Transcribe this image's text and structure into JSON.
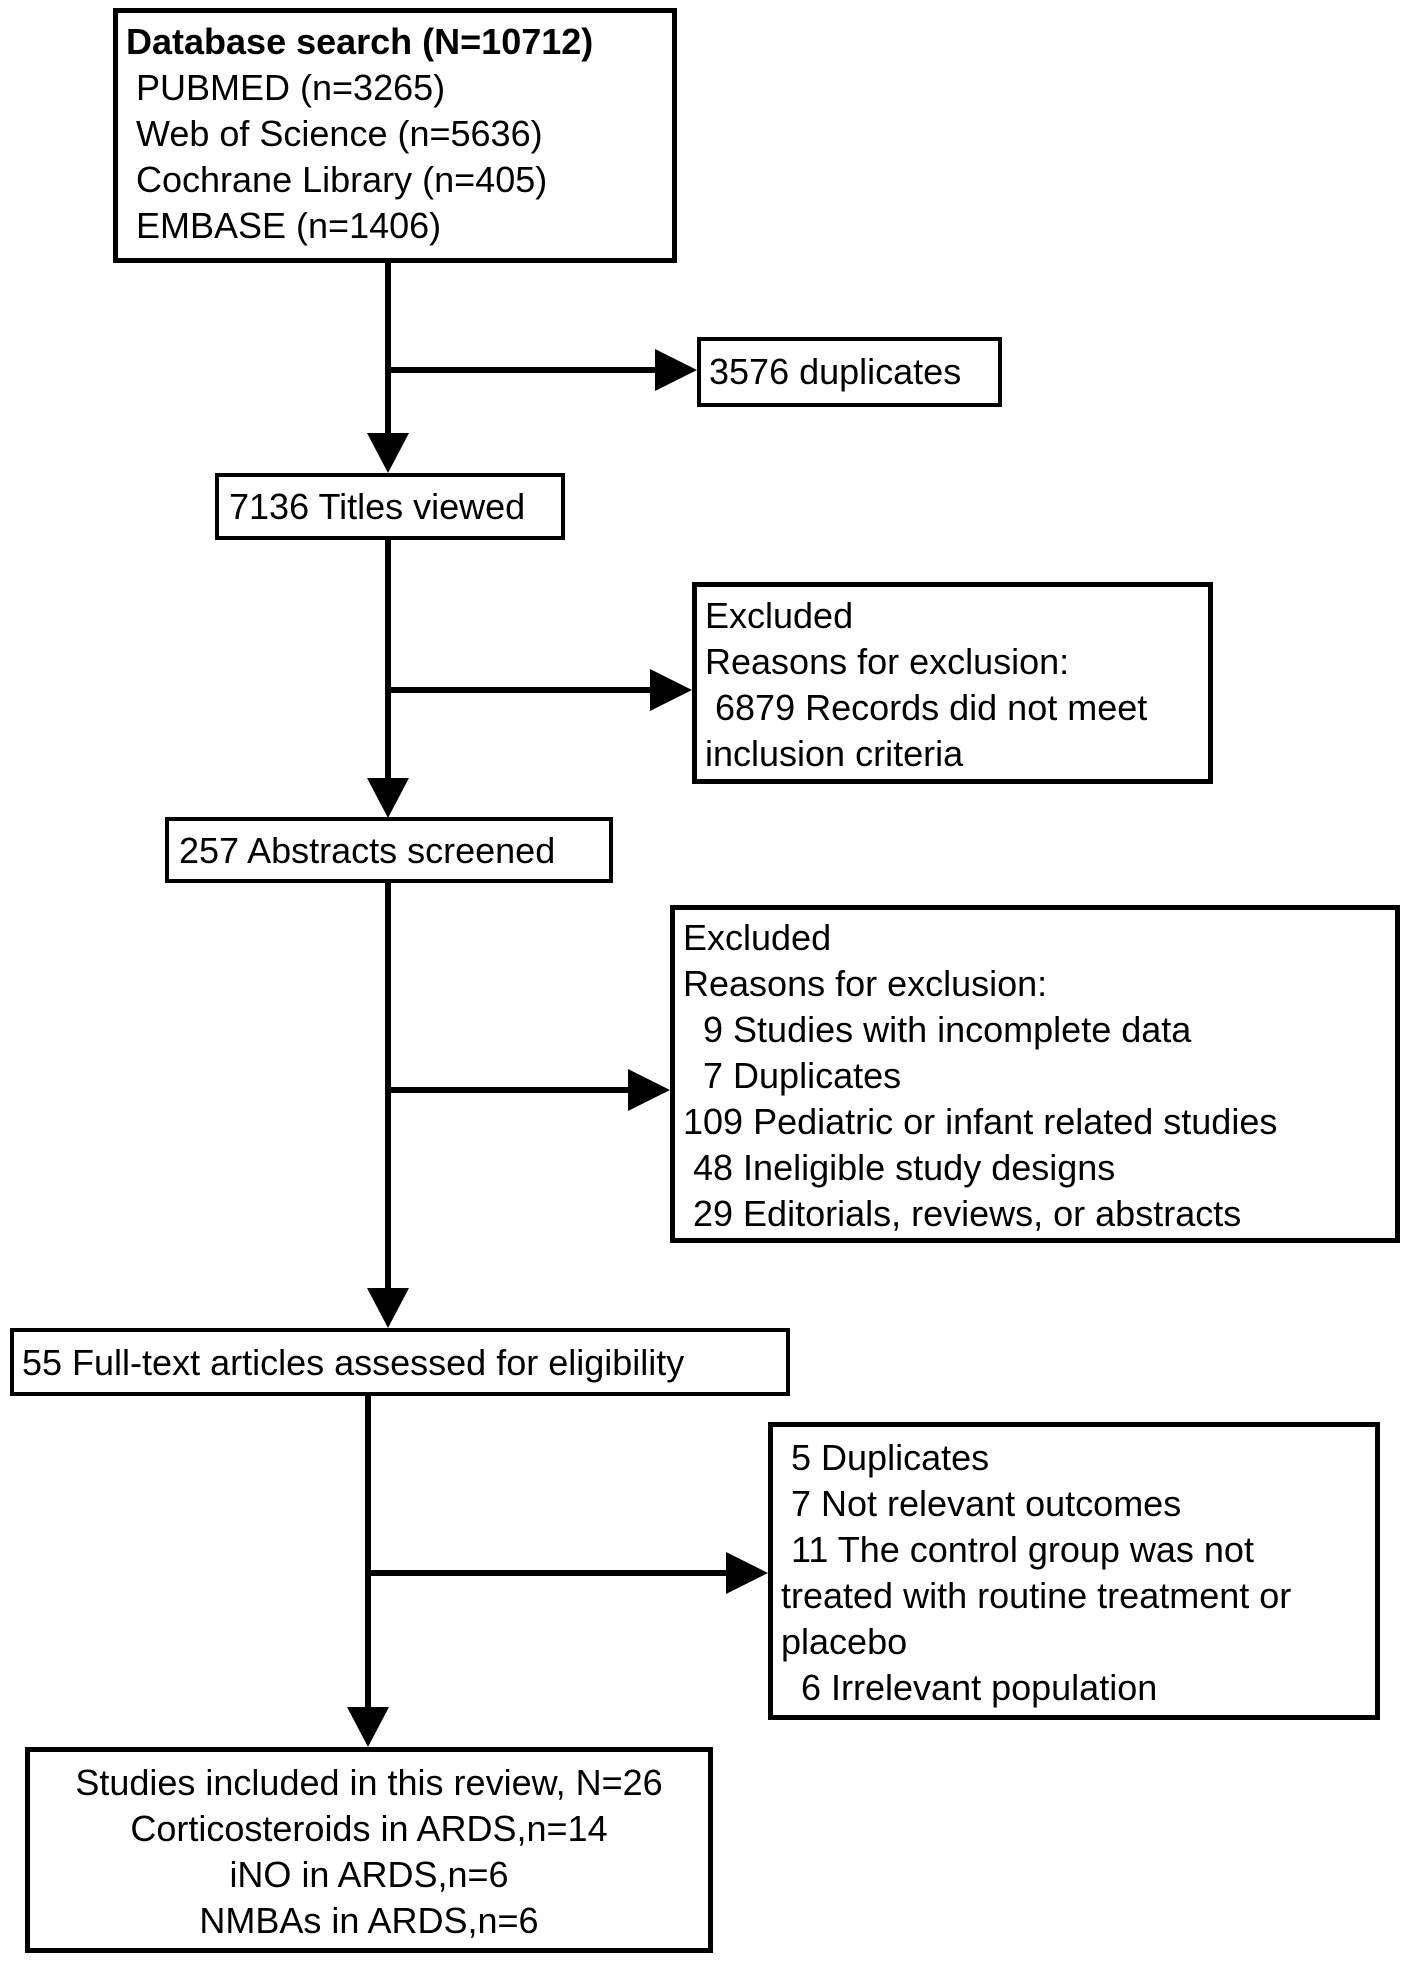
{
  "figure": {
    "type": "prisma-flow-diagram",
    "background_color": "#ffffff",
    "line_color": "#000000",
    "text_color": "#000000"
  },
  "boxes": {
    "database": {
      "title": "Database search (N=10712)",
      "lines": [
        " PUBMED (n=3265)",
        " Web of Science (n=5636)",
        " Cochrane Library (n=405)",
        " EMBASE (n=1406)"
      ]
    },
    "duplicates": {
      "lines": [
        "3576 duplicates"
      ]
    },
    "titles_viewed": {
      "lines": [
        "7136 Titles viewed"
      ]
    },
    "excluded_titles": {
      "lines": [
        "Excluded",
        "Reasons for exclusion:",
        " 6879 Records did not meet",
        "inclusion criteria"
      ]
    },
    "abstracts_screened": {
      "lines": [
        "257 Abstracts screened"
      ]
    },
    "excluded_abstracts": {
      "lines": [
        "Excluded",
        "Reasons for exclusion:",
        "  9 Studies with incomplete data",
        "  7 Duplicates",
        "109 Pediatric or infant related studies",
        " 48 Ineligible study designs",
        " 29 Editorials, reviews, or abstracts"
      ]
    },
    "fulltext": {
      "lines": [
        "55 Full-text articles assessed for eligibility"
      ]
    },
    "excluded_fulltext": {
      "lines": [
        " 5 Duplicates",
        " 7 Not relevant outcomes",
        " 11 The control group was not",
        "treated with routine treatment or",
        "placebo",
        "  6 Irrelevant population"
      ]
    },
    "included": {
      "lines": [
        "Studies included in this review, N=26",
        "Corticosteroids in ARDS,n=14",
        "iNO in ARDS,n=6",
        "NMBAs in ARDS,n=6"
      ]
    }
  }
}
